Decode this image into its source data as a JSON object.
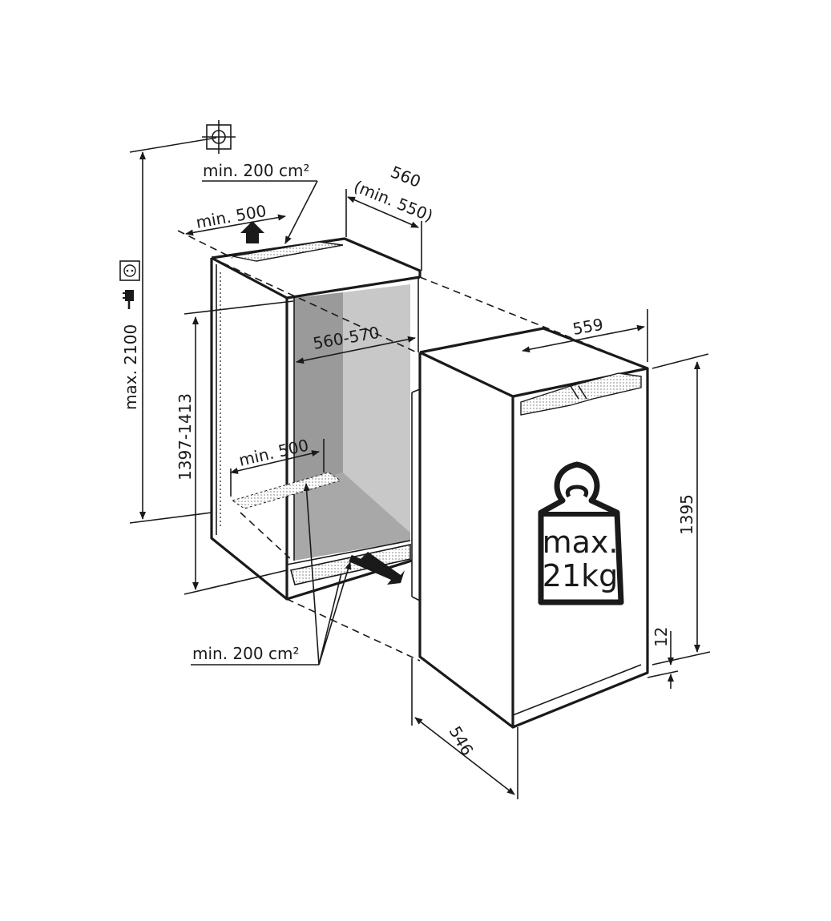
{
  "labels": {
    "top_vent_area": "min. 200 cm²",
    "top_depth": "min. 500",
    "niche_depth": "560",
    "niche_depth_min": "(min. 550)",
    "niche_width": "560-570",
    "bottom_depth": "min. 500",
    "bottom_vent_area": "min. 200 cm²",
    "niche_height": "1397-1413",
    "max_height": "max. 2100",
    "appliance_width": "559",
    "appliance_height": "1395",
    "appliance_depth": "546",
    "gap": "12",
    "weight_line1": "max.",
    "weight_line2": "21kg"
  },
  "icons": [
    "target-icon",
    "socket-icon",
    "plug-icon",
    "arrow-up-icon",
    "arrow-in-icon",
    "weight-icon"
  ],
  "colors": {
    "ink": "#1a1a1a",
    "niche_shade": "#9a9a9a",
    "niche_back": "#c8c8c8"
  }
}
